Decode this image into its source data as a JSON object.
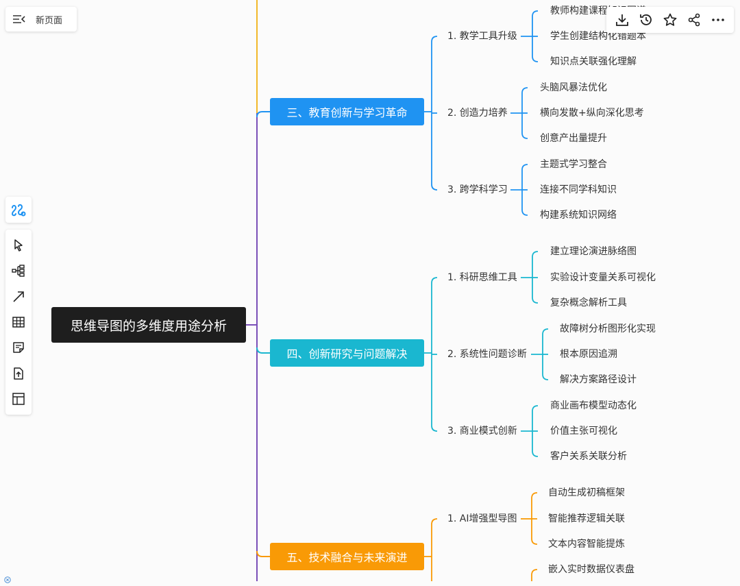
{
  "header": {
    "page_title": "新页面"
  },
  "colors": {
    "blue": "#1f93f2",
    "teal": "#1ab7d0",
    "orange": "#f99a06",
    "purple": "#7a4fb8",
    "yellow": "#f2b829",
    "root": "#1e1e1e"
  },
  "mindmap": {
    "root": "思维导图的多维度用途分析",
    "branches": [
      {
        "label": "三、教育创新与学习革命",
        "subs": [
          {
            "label": "1. 教学工具升级",
            "leaves": [
              "教师构建课程知识图谱",
              "学生创建结构化错题本",
              "知识点关联强化理解"
            ]
          },
          {
            "label": "2. 创造力培养",
            "leaves": [
              "头脑风暴法优化",
              "横向发散+纵向深化思考",
              "创意产出量提升"
            ]
          },
          {
            "label": "3. 跨学科学习",
            "leaves": [
              "主题式学习整合",
              "连接不同学科知识",
              "构建系统知识网络"
            ]
          }
        ]
      },
      {
        "label": "四、创新研究与问题解决",
        "subs": [
          {
            "label": "1. 科研思维工具",
            "leaves": [
              "建立理论演进脉络图",
              "实验设计变量关系可视化",
              "复杂概念解析工具"
            ]
          },
          {
            "label": "2. 系统性问题诊断",
            "leaves": [
              "故障树分析图形化实现",
              "根本原因追溯",
              "解决方案路径设计"
            ]
          },
          {
            "label": "3. 商业模式创新",
            "leaves": [
              "商业画布模型动态化",
              "价值主张可视化",
              "客户关系关联分析"
            ]
          }
        ]
      },
      {
        "label": "五、技术融合与未来演进",
        "subs": [
          {
            "label": "1. AI增强型导图",
            "leaves": [
              "自动生成初稿框架",
              "智能推荐逻辑关联",
              "文本内容智能提炼"
            ]
          },
          {
            "label": "",
            "leaves": [
              "嵌入实时数据仪表盘"
            ]
          }
        ]
      }
    ]
  }
}
